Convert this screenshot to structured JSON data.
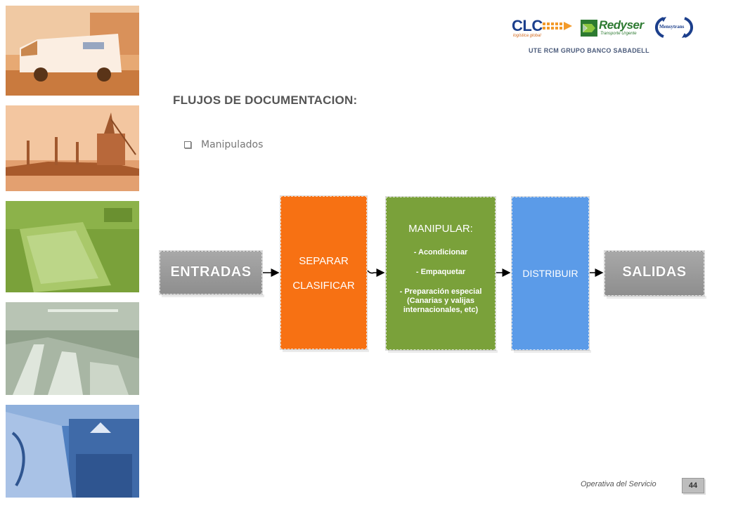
{
  "header": {
    "logos": {
      "clc": {
        "name": "CLC",
        "tagline": "logística global"
      },
      "redyser": {
        "name": "Redyser",
        "tagline": "Transporte Urgente"
      },
      "mensytrans": {
        "name": "Mensytrans"
      }
    },
    "company": "UTE RCM GRUPO BANCO SABADELL"
  },
  "left_photos": [
    {
      "icon": "delivery-van-photo",
      "tint": "#d98a4a"
    },
    {
      "icon": "harbor-cranes-photo",
      "tint": "#d9864a"
    },
    {
      "icon": "packaging-photo",
      "tint": "#7aa13a"
    },
    {
      "icon": "warehouse-conveyor-photo",
      "tint": "#7f8a8a"
    },
    {
      "icon": "building-van-photo",
      "tint": "#4f7fc0"
    }
  ],
  "page": {
    "title": "FLUJOS DE DOCUMENTACION:",
    "bullet": "Manipulados"
  },
  "flow": {
    "entradas": "ENTRADAS",
    "separar": {
      "line1": "SEPARAR",
      "line2": "CLASIFICAR"
    },
    "manipular": {
      "title": "MANIPULAR:",
      "item1": "- Acondicionar",
      "item2": "- Empaquetar",
      "item3": "- Preparación especial (Canarias y valijas internacionales, etc)"
    },
    "distribuir": "DISTRIBUIR",
    "salidas": "SALIDAS"
  },
  "colors": {
    "orange": "#f77113",
    "green": "#7aa13a",
    "blue": "#5b9be8",
    "gray": "#9b9b9b"
  },
  "footer": {
    "section": "Operativa del Servicio",
    "page_number": "44"
  }
}
